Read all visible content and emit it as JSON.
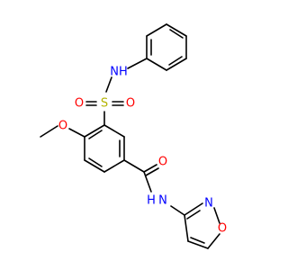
{
  "colors": {
    "bond": "#000000",
    "carbon": "#000000",
    "oxygen": "#ff0000",
    "nitrogen": "#0000ff",
    "sulfur": "#b3b300",
    "background": "#ffffff"
  },
  "atoms": {
    "nh_sulfonamide": "NH",
    "s": "S",
    "o_sulfonyl_left": "O",
    "o_sulfonyl_right": "O",
    "o_methoxy": "O",
    "o_carbonyl": "O",
    "nh_amide": "N",
    "nh_amide_h": "H",
    "n_isoxazole": "N",
    "o_isoxazole": "O"
  }
}
